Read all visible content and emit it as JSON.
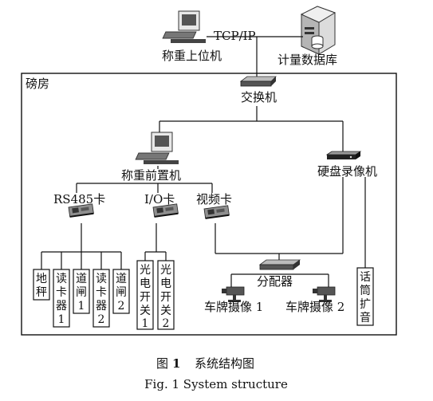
{
  "nodes": {
    "host_pc": "称重上位机",
    "tcpip": "TCP/IP",
    "database": "计量数据库",
    "room": "磅房",
    "switch": "交换机",
    "front_pc": "称重前置机",
    "dvr": "硬盘录像机",
    "rs485": "RS485卡",
    "io": "I/O卡",
    "video": "视频卡",
    "splitter": "分配器",
    "cam1": "车牌摄像 1",
    "cam2": "车牌摄像 2"
  },
  "rs485_devices": [
    [
      "地",
      "秤"
    ],
    [
      "读",
      "卡",
      "器",
      "1"
    ],
    [
      "道",
      "闸",
      "1"
    ],
    [
      "读",
      "卡",
      "器",
      "2"
    ],
    [
      "道",
      "闸",
      "2"
    ]
  ],
  "io_devices": [
    [
      "光",
      "电",
      "开",
      "关",
      "1"
    ],
    [
      "光",
      "电",
      "开",
      "关",
      "2"
    ]
  ],
  "intercom": [
    "话",
    "筒",
    "扩",
    "音"
  ],
  "caption": {
    "fig_cn": "图",
    "fig_num": "1",
    "title_cn": "系统结构图",
    "title_en": "Fig. 1  System structure"
  }
}
